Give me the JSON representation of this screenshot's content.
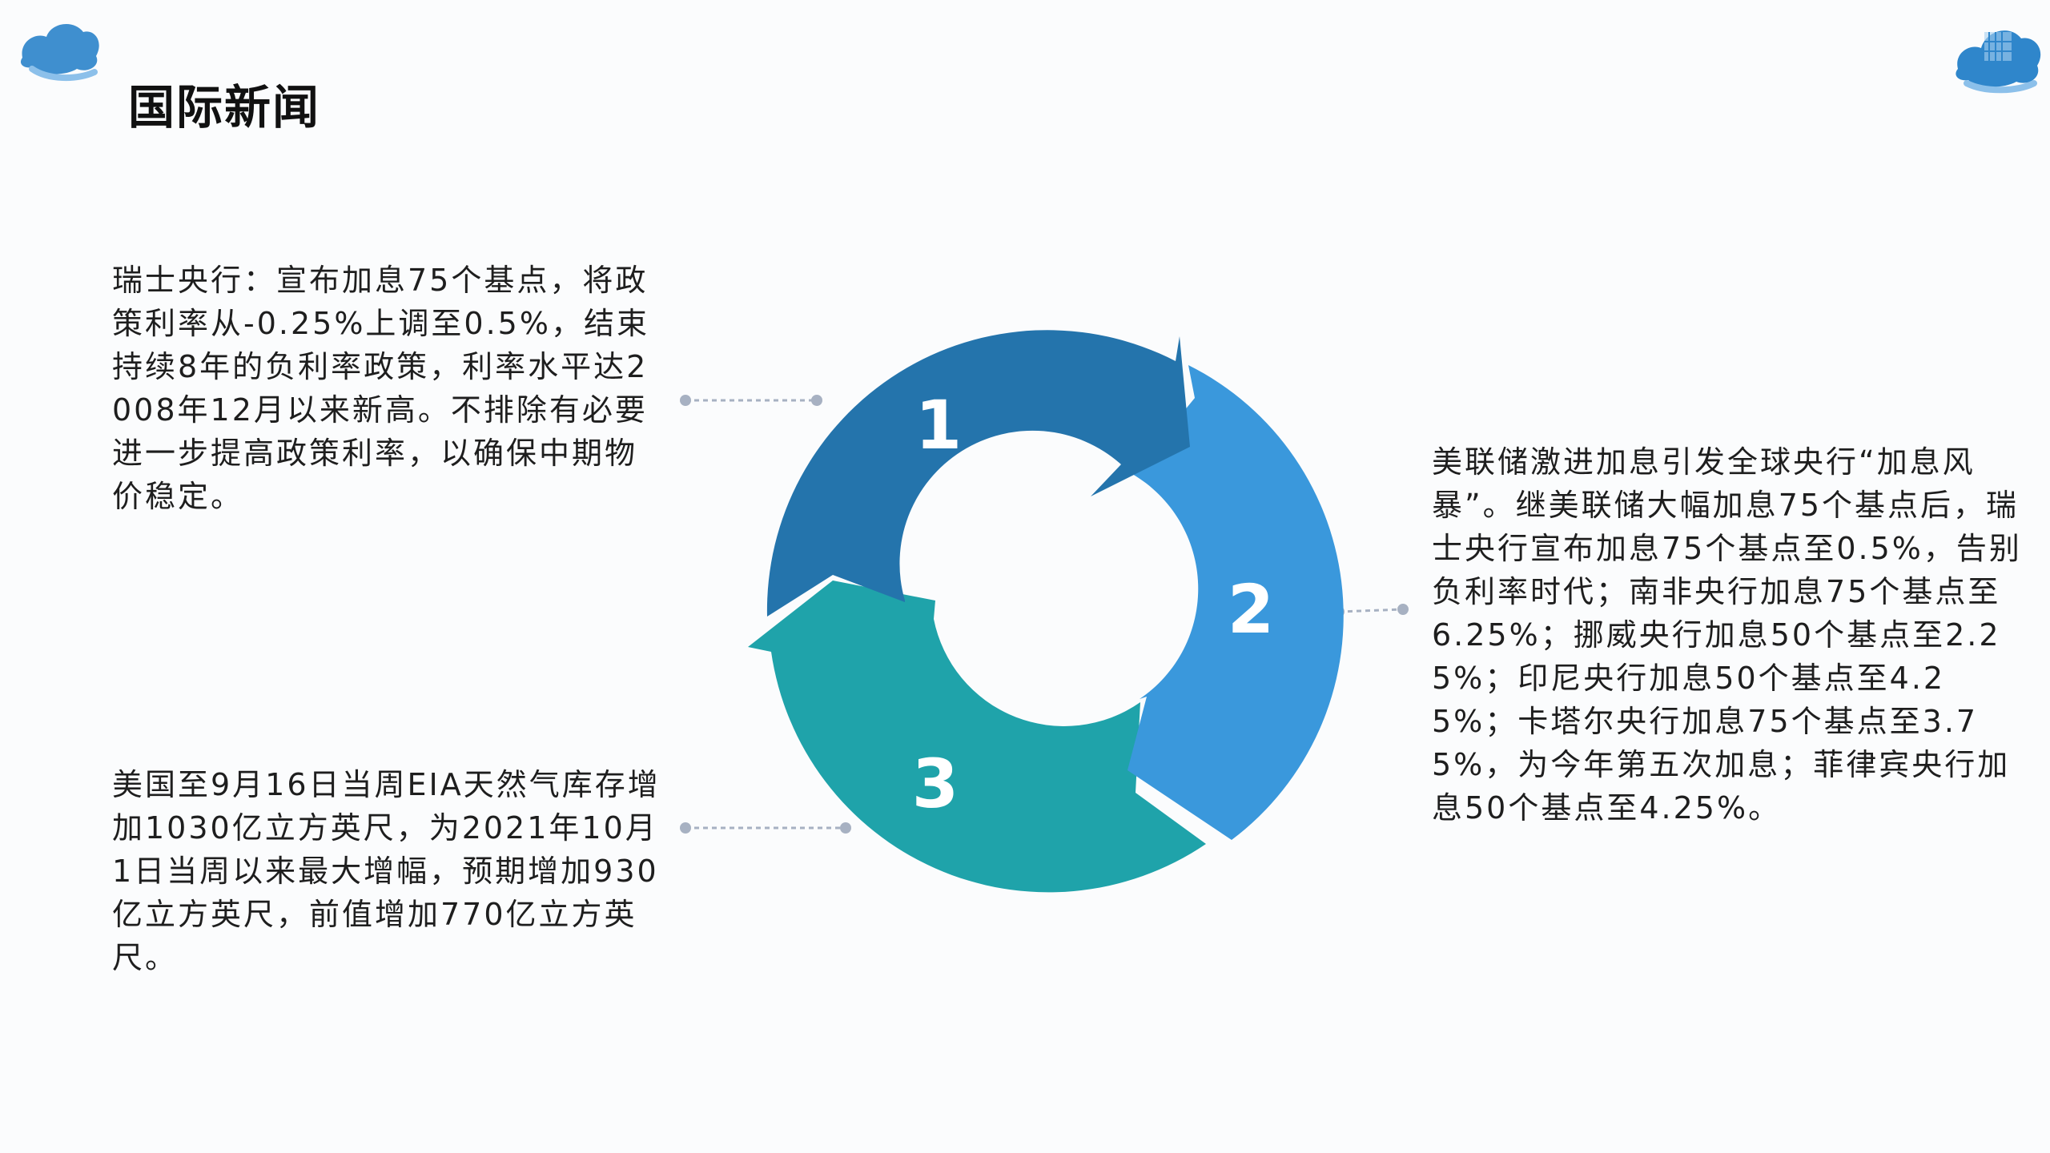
{
  "page": {
    "title": "国际新闻"
  },
  "icons": {
    "top_left": "cloud-icon",
    "top_right": "cloud-building-icon"
  },
  "cycle": {
    "segments": [
      {
        "number": "1",
        "color": "#2474ac"
      },
      {
        "number": "2",
        "color": "#3a98dc"
      },
      {
        "number": "3",
        "color": "#1fa3aa"
      }
    ],
    "connector_color": "#a7b1c2"
  },
  "notes": {
    "note1": "瑞士央行：宣布加息75个基点，将政策利率从-0.25%上调至0.5%，结束持续8年的负利率政策，利率水平达2008年12月以来新高。不排除有必要进一步提高政策利率，以确保中期物价稳定。",
    "note2": "美联储激进加息引发全球央行“加息风暴”。继美联储大幅加息75个基点后，瑞士央行宣布加息75个基点至0.5%，告别负利率时代；南非央行加息75个基点至6.25%；挪威央行加息50个基点至2.25%；印尼央行加息50个基点至4.25%；卡塔尔央行加息75个基点至3.75%，为今年第五次加息；菲律宾央行加息50个基点至4.25%。",
    "note3": "美国至9月16日当周EIA天然气库存增加1030亿立方英尺，为2021年10月1日当周以来最大增幅，预期增加930亿立方英尺，前值增加770亿立方英尺。"
  }
}
